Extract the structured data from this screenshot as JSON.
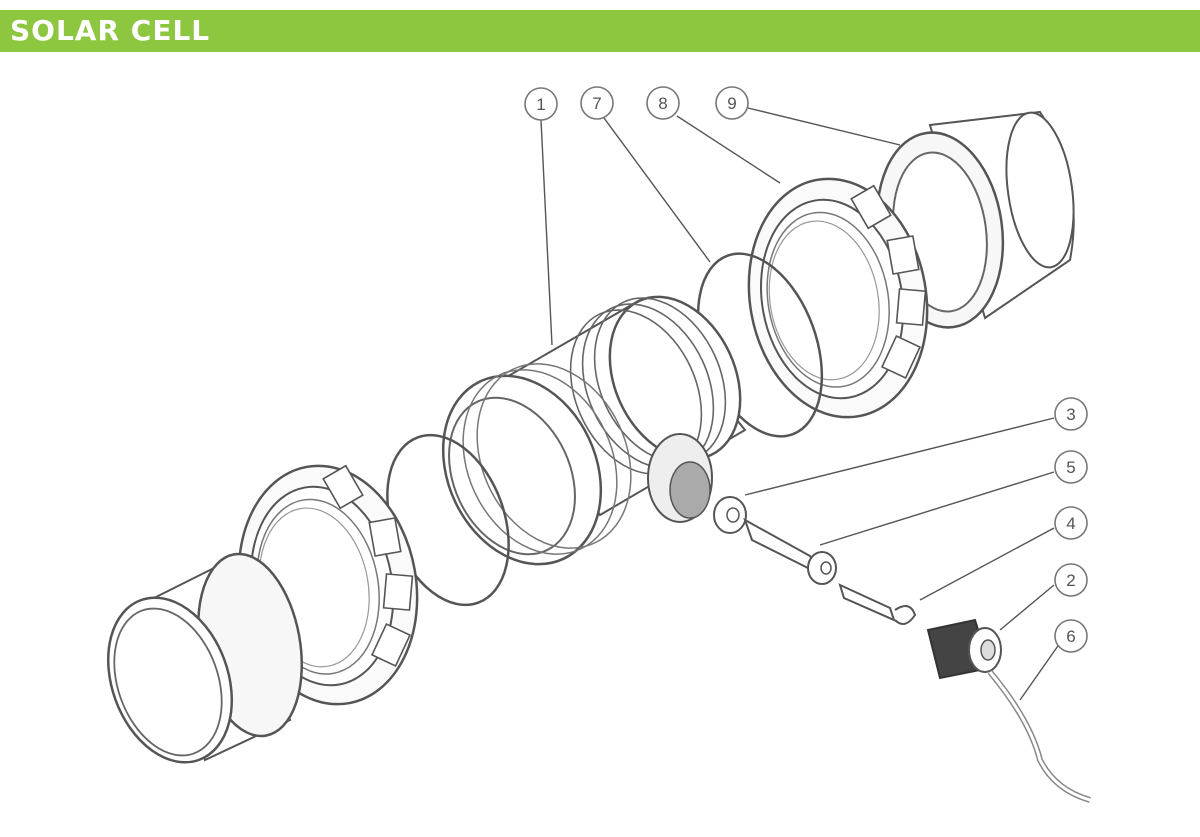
{
  "header": {
    "title": "SOLAR CELL",
    "bar_color": "#8dc63f"
  },
  "diagram": {
    "line_color": "#555555",
    "callouts": [
      {
        "id": "c1",
        "label": "1",
        "part": "cell-body"
      },
      {
        "id": "c7",
        "label": "7",
        "part": "o-ring"
      },
      {
        "id": "c8",
        "label": "8",
        "part": "union-nut"
      },
      {
        "id": "c9",
        "label": "9",
        "part": "union-tailpiece"
      },
      {
        "id": "c3",
        "label": "3",
        "part": "sensor-washer"
      },
      {
        "id": "c5",
        "label": "5",
        "part": "sensor-tube"
      },
      {
        "id": "c4",
        "label": "4",
        "part": "sensor-clip"
      },
      {
        "id": "c2",
        "label": "2",
        "part": "sensor-plug"
      },
      {
        "id": "c6",
        "label": "6",
        "part": "sensor-cable"
      }
    ]
  }
}
